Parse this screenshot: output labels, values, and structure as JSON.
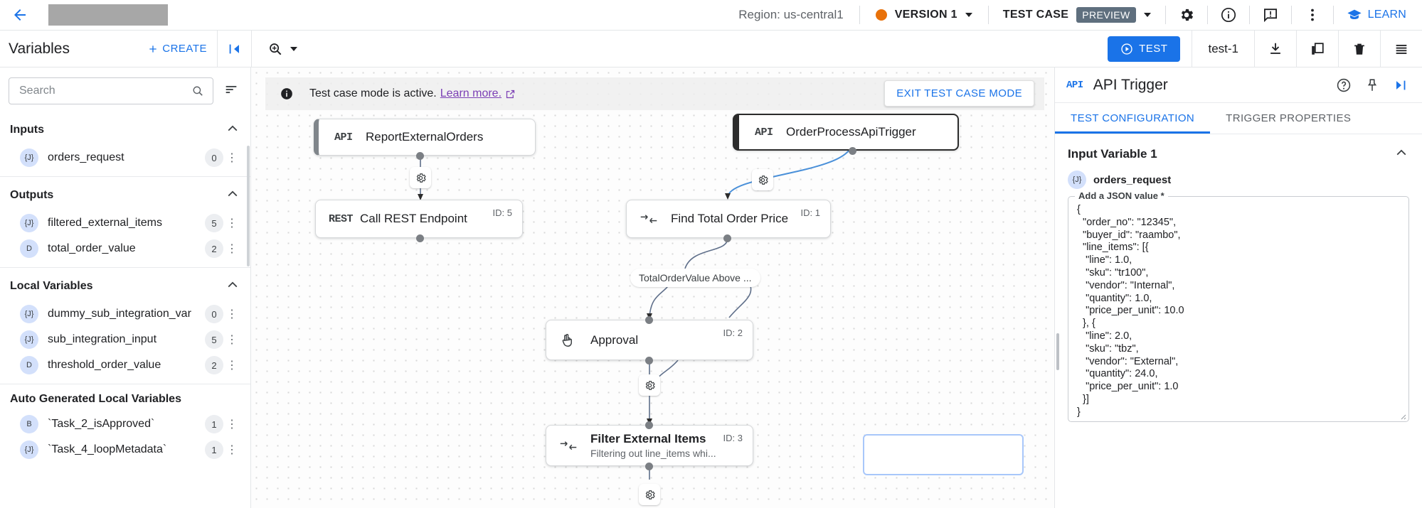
{
  "topbar": {
    "back_icon": "arrow-left-icon",
    "title_redacted": "",
    "region": "Region: us-central1",
    "version_label": "VERSION 1",
    "version_dot_color": "#e8710a",
    "testcase_label": "TEST CASE",
    "preview_badge": "PREVIEW",
    "icons": [
      "gear-icon",
      "info-icon",
      "feedback-icon",
      "more-vert-icon"
    ],
    "learn_label": "LEARN"
  },
  "secondbar": {
    "panel_title": "Variables",
    "create_label": "CREATE",
    "collapse_icon": "collapse-left-icon",
    "zoom_icon": "zoom-icon",
    "test_label": "TEST",
    "test_name": "test-1",
    "icons": [
      "download-icon",
      "copy-icon",
      "delete-icon",
      "list-icon"
    ]
  },
  "sidebar": {
    "search": {
      "value": "",
      "placeholder": "Search"
    },
    "sort_icon": "sort-icon",
    "sections": [
      {
        "title": "Inputs",
        "items": [
          {
            "badge": "{J}",
            "name": "orders_request",
            "count": "0"
          }
        ]
      },
      {
        "title": "Outputs",
        "items": [
          {
            "badge": "{J}",
            "name": "filtered_external_items",
            "count": "5"
          },
          {
            "badge": "D",
            "name": "total_order_value",
            "count": "2"
          }
        ]
      },
      {
        "title": "Local Variables",
        "items": [
          {
            "badge": "{J}",
            "name": "dummy_sub_integration_var",
            "count": "0"
          },
          {
            "badge": "{J}",
            "name": "sub_integration_input",
            "count": "5"
          },
          {
            "badge": "D",
            "name": "threshold_order_value",
            "count": "2"
          }
        ]
      },
      {
        "title": "Auto Generated Local Variables",
        "items": [
          {
            "badge": "B",
            "name": "`Task_2_isApproved`",
            "count": "1"
          },
          {
            "badge": "{J}",
            "name": "`Task_4_loopMetadata`",
            "count": "1"
          }
        ]
      }
    ]
  },
  "canvas": {
    "banner_text": "Test case mode is active.",
    "banner_link": "Learn more.",
    "exit_button": "EXIT TEST CASE MODE",
    "nodes": [
      {
        "id": "n1",
        "kind": "trigger",
        "icon": "api-icon",
        "icon_text": "API",
        "title": "ReportExternalOrders",
        "sub": "",
        "node_id": ""
      },
      {
        "id": "n2",
        "kind": "trigger",
        "icon": "api-icon",
        "icon_text": "API",
        "title": "OrderProcessApiTrigger",
        "sub": "",
        "node_id": ""
      },
      {
        "id": "n3",
        "kind": "task",
        "icon": "rest-icon",
        "icon_text": "REST",
        "title": "Call REST Endpoint",
        "sub": "",
        "node_id": "ID: 5"
      },
      {
        "id": "n4",
        "kind": "task",
        "icon": "mapping-icon",
        "icon_text": "",
        "title": "Find Total Order Price",
        "sub": "",
        "node_id": "ID: 1"
      },
      {
        "id": "n5",
        "kind": "task",
        "icon": "hand-icon",
        "icon_text": "",
        "title": "Approval",
        "sub": "",
        "node_id": "ID: 2"
      },
      {
        "id": "n6",
        "kind": "task",
        "icon": "mapping-icon",
        "icon_text": "",
        "title": "Filter External Items",
        "sub": "Filtering out line_items whi...",
        "node_id": "ID: 3"
      }
    ],
    "edge_label": "TotalOrderValue Above ..."
  },
  "rightpanel": {
    "api_tag": "API",
    "title": "API Trigger",
    "actions": [
      "help-icon",
      "pin-icon",
      "collapse-right-icon"
    ],
    "tabs": [
      {
        "label": "TEST CONFIGURATION",
        "active": true
      },
      {
        "label": "TRIGGER PROPERTIES",
        "active": false
      }
    ],
    "input_variable_title": "Input Variable 1",
    "variable_badge": "{J}",
    "variable_name": "orders_request",
    "json_legend": "Add a JSON value *",
    "json_value": "{\n  \"order_no\": \"12345\",\n  \"buyer_id\": \"raambo\",\n  \"line_items\": [{\n   \"line\": 1.0,\n   \"sku\": \"tr100\",\n   \"vendor\": \"Internal\",\n   \"quantity\": 1.0,\n   \"price_per_unit\": 10.0\n  }, {\n   \"line\": 2.0,\n   \"sku\": \"tbz\",\n   \"vendor\": \"External\",\n   \"quantity\": 24.0,\n   \"price_per_unit\": 1.0\n  }]\n}"
  },
  "colors": {
    "accent": "#1a73e8",
    "version_orange": "#e8710a",
    "preview_slate": "#5f6f7e",
    "link_purple": "#7b3fb5"
  }
}
